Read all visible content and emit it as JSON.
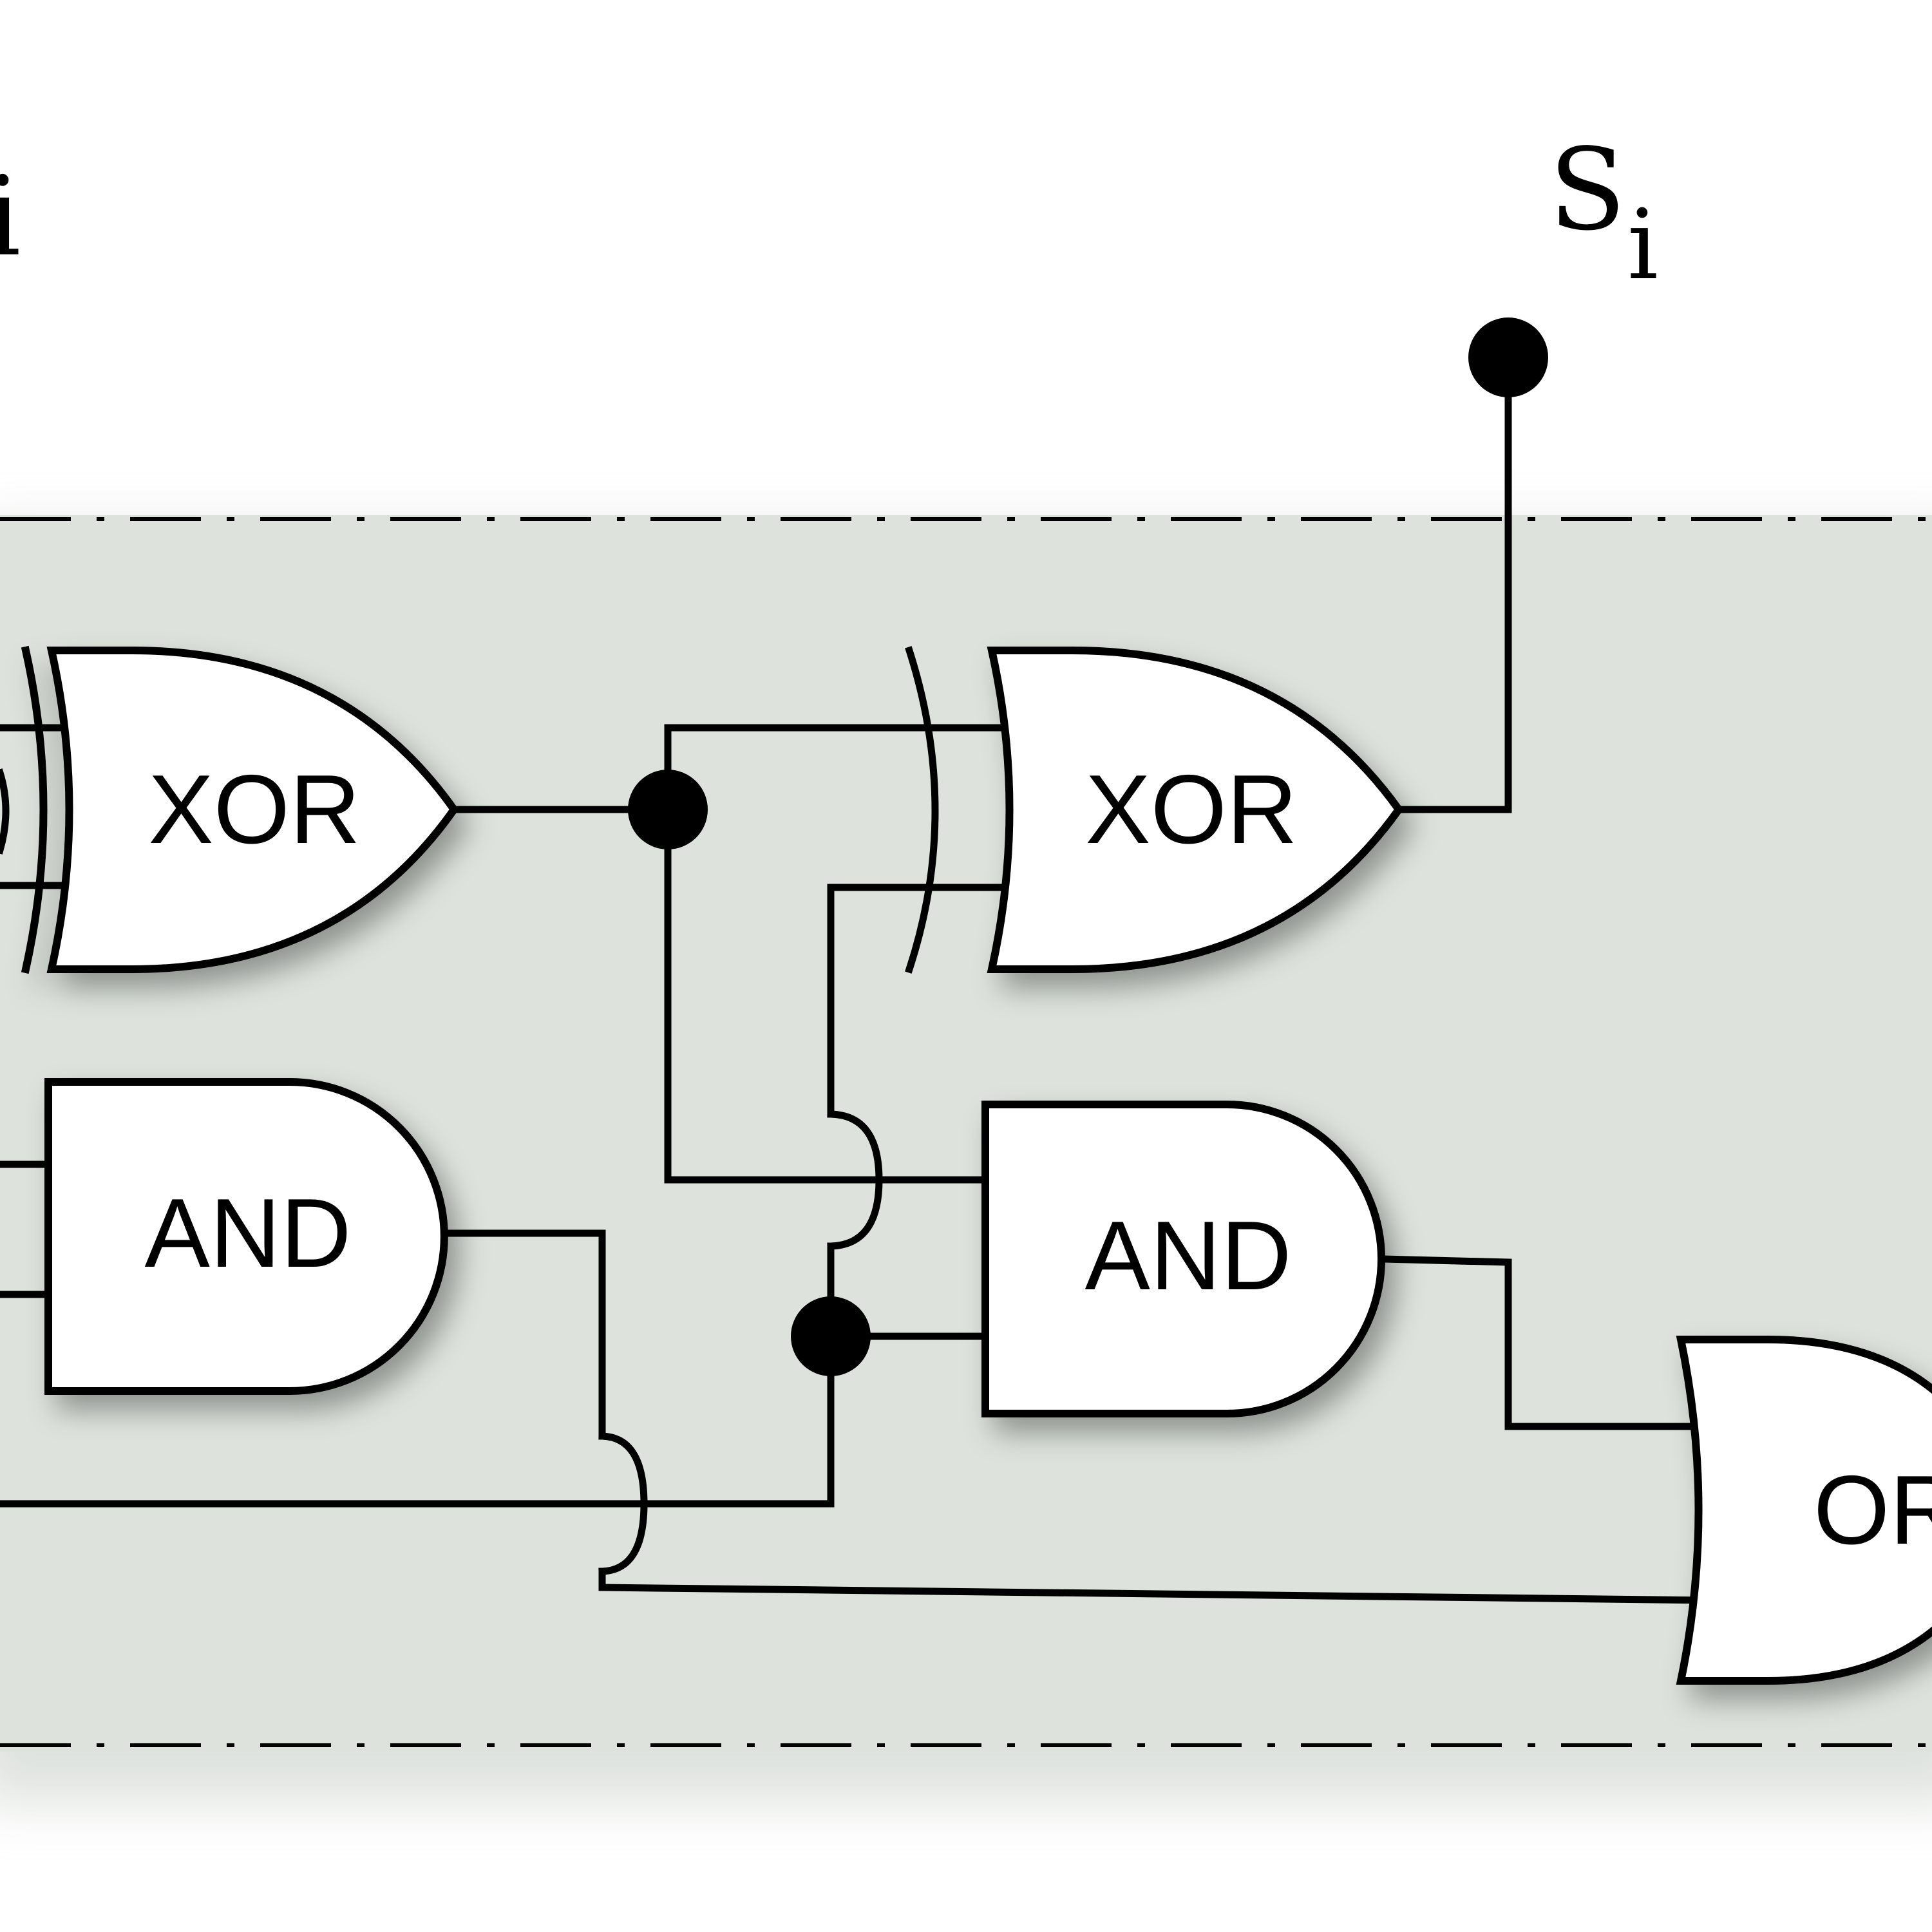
{
  "gates": {
    "xor1": "XOR",
    "xor2": "XOR",
    "and1": "AND",
    "and2": "AND",
    "or1": "OR"
  },
  "labels": {
    "left_fragment": "i",
    "sum_output": "S",
    "sum_output_subscript": "i"
  },
  "colors": {
    "region_fill": "#dde3dc",
    "gate_fill": "#ffffff",
    "line": "#000000"
  }
}
